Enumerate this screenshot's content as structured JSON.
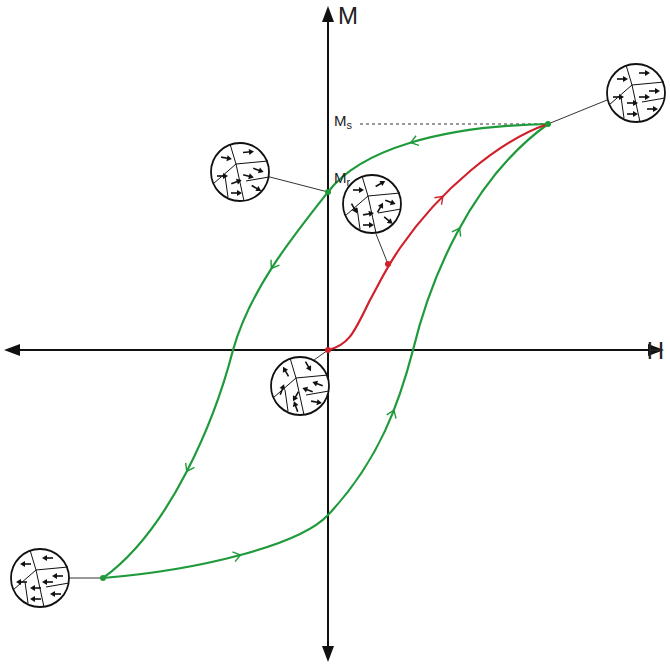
{
  "diagram": {
    "labels": [
      "M",
      "H",
      "Ms",
      "Mr"
    ]
  }
}
